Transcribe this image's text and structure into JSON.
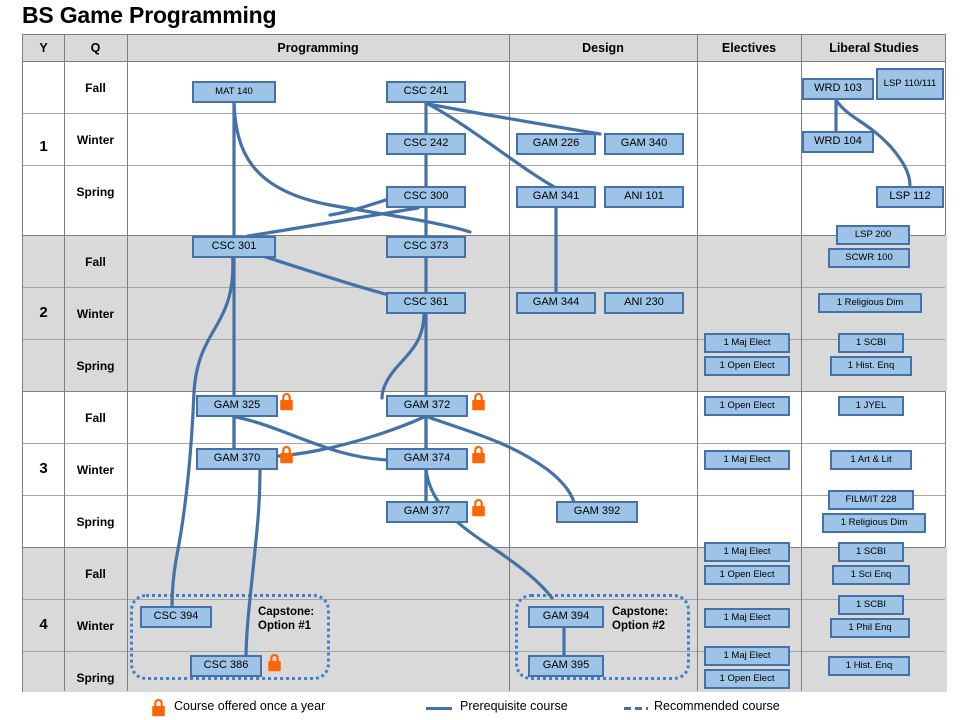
{
  "title": "BS Game Programming",
  "table": {
    "headers": [
      "Y",
      "Q",
      "Programming",
      "Design",
      "Electives",
      "Liberal Studies"
    ],
    "years": [
      "1",
      "2",
      "3",
      "4"
    ],
    "quarters": [
      "Fall",
      "Winter",
      "Spring"
    ]
  },
  "courses": {
    "mat140": "MAT 140",
    "csc241": "CSC 241",
    "csc242": "CSC 242",
    "csc300": "CSC 300",
    "csc301": "CSC 301",
    "csc373": "CSC 373",
    "csc361": "CSC 361",
    "gam325": "GAM 325",
    "gam370": "GAM 370",
    "gam372": "GAM 372",
    "gam374": "GAM 374",
    "gam377": "GAM 377",
    "csc394": "CSC 394",
    "csc386": "CSC 386",
    "gam226": "GAM 226",
    "gam340": "GAM 340",
    "gam341": "GAM 341",
    "ani101": "ANI 101",
    "gam344": "GAM 344",
    "ani230": "ANI 230",
    "gam392": "GAM 392",
    "gam394": "GAM 394",
    "gam395": "GAM 395",
    "wrd103": "WRD 103",
    "lsp110": "LSP 110/111",
    "wrd104": "WRD 104",
    "lsp112": "LSP 112",
    "lsp200": "LSP 200",
    "scwr100": "SCWR 100",
    "relig_y2w": "1 Religious Dim",
    "scbi_y2s": "1 SCBI",
    "hist_y2s": "1 Hist. Enq",
    "jyel": "1 JYEL",
    "artlit": "1 Art & Lit",
    "filmit228": "FILM/IT 228",
    "relig_y3s": "1 Religious Dim",
    "scbi_y4f": "1 SCBI",
    "scienq": "1 Sci Enq",
    "scbi_y4w": "1 SCBI",
    "philenq": "1 Phil Enq",
    "hist_y4s": "1 Hist. Enq",
    "maj_y2s": "1 Maj Elect",
    "open_y2s": "1 Open Elect",
    "open_y3f": "1 Open Elect",
    "maj_y3w": "1 Maj Elect",
    "maj_y4f": "1 Maj Elect",
    "open_y4f": "1 Open Elect",
    "maj_y4w": "1 Maj Elect",
    "maj_y4s": "1 Maj Elect",
    "open_y4s": "1 Open Elect"
  },
  "capstone": {
    "option1": "Capstone:\nOption #1",
    "option1_line1": "Capstone:",
    "option1_line2": "Option #1",
    "option2_line1": "Capstone:",
    "option2_line2": "Option #2"
  },
  "legend": {
    "lock_label": "Course offered once a year",
    "prereq_label": "Prerequisite course",
    "recommended_label": "Recommended course",
    "lock_icon": "lock-icon",
    "prereq_icon": "solid-line-icon",
    "recommended_icon": "dashed-line-icon"
  },
  "colors": {
    "box_fill": "#9dc3e6",
    "box_border": "#4472a8",
    "line": "#4472a8",
    "lock": "#ff6600",
    "header_bg": "#d9d9d9",
    "row_shade": "#d9d9d9",
    "grid_line": "#7f7f7f"
  }
}
